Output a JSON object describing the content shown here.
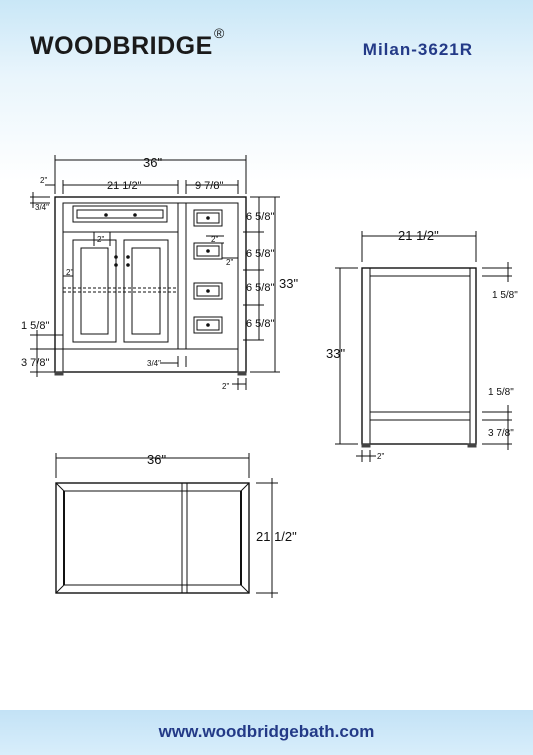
{
  "header": {
    "brand": "WOODBRIDGE",
    "registered_mark": "®",
    "model": "Milan-3621R"
  },
  "front_view": {
    "overall_width": "36\"",
    "left_offset": "2\"",
    "door_section_width": "21 1/2\"",
    "drawer_section_width": "9 7/8\"",
    "top_offset": "3/4\"",
    "height": "33\"",
    "drawer_heights": [
      "6 5/8\"",
      "6 5/8\"",
      "6 5/8\"",
      "6 5/8\""
    ],
    "rail_inner": "2\"",
    "drawer_gap": "2\"",
    "stile_right": "2\"",
    "side_stile": "2\"",
    "bottom_rail": "1 5/8\"",
    "toe_height": "3 7/8\"",
    "toe_kick_gap": "3/4\"",
    "leg_width": "2\""
  },
  "side_view": {
    "depth": "21 1/2\"",
    "height": "33\"",
    "top_rail": "1 5/8\"",
    "bottom_rail": "1 5/8\"",
    "toe_height": "3 7/8\"",
    "leg_width": "2\""
  },
  "top_view": {
    "width": "36\"",
    "depth": "21 1/2\""
  },
  "footer": {
    "url": "www.woodbridgebath.com"
  },
  "colors": {
    "model_text": "#233a87",
    "footer_band": "#c3e2f6",
    "line": "#111111"
  }
}
